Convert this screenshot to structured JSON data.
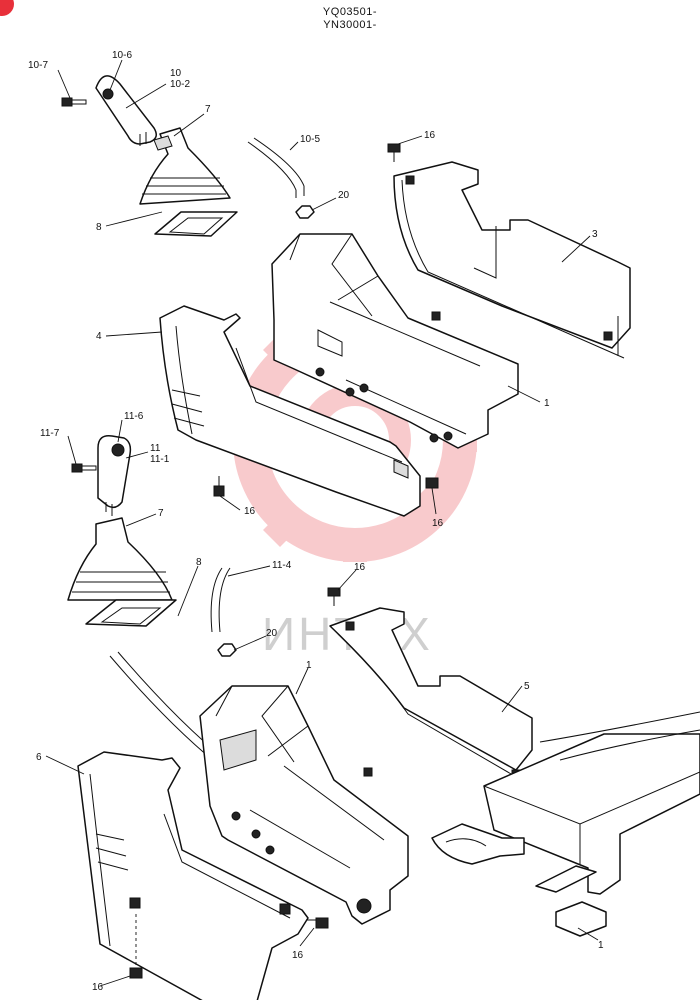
{
  "header": {
    "line1": "YQ03501-",
    "line2": "YN30001-"
  },
  "watermark": {
    "text": "ИНТЕХ",
    "color": "#f3a0a4"
  },
  "accent_color": "#e8303a",
  "labels": [
    {
      "id": "10-7",
      "text": "10-7"
    },
    {
      "id": "10-6",
      "text": "10-6"
    },
    {
      "id": "10",
      "text": "10"
    },
    {
      "id": "10-2",
      "text": "10-2"
    },
    {
      "id": "7a",
      "text": "7"
    },
    {
      "id": "10-5",
      "text": "10-5"
    },
    {
      "id": "16a",
      "text": "16"
    },
    {
      "id": "3",
      "text": "3"
    },
    {
      "id": "20a",
      "text": "20"
    },
    {
      "id": "8a",
      "text": "8"
    },
    {
      "id": "4",
      "text": "4"
    },
    {
      "id": "1a",
      "text": "1"
    },
    {
      "id": "11-6",
      "text": "11-6"
    },
    {
      "id": "11-7",
      "text": "11-7"
    },
    {
      "id": "11",
      "text": "11"
    },
    {
      "id": "11-1",
      "text": "11-1"
    },
    {
      "id": "16b",
      "text": "16"
    },
    {
      "id": "16c",
      "text": "16"
    },
    {
      "id": "7b",
      "text": "7"
    },
    {
      "id": "8b",
      "text": "8"
    },
    {
      "id": "11-4",
      "text": "11-4"
    },
    {
      "id": "16d",
      "text": "16"
    },
    {
      "id": "20b",
      "text": "20"
    },
    {
      "id": "1b",
      "text": "1"
    },
    {
      "id": "5",
      "text": "5"
    },
    {
      "id": "6",
      "text": "6"
    },
    {
      "id": "16e",
      "text": "16"
    },
    {
      "id": "16f",
      "text": "16"
    },
    {
      "id": "1c",
      "text": "1"
    }
  ]
}
